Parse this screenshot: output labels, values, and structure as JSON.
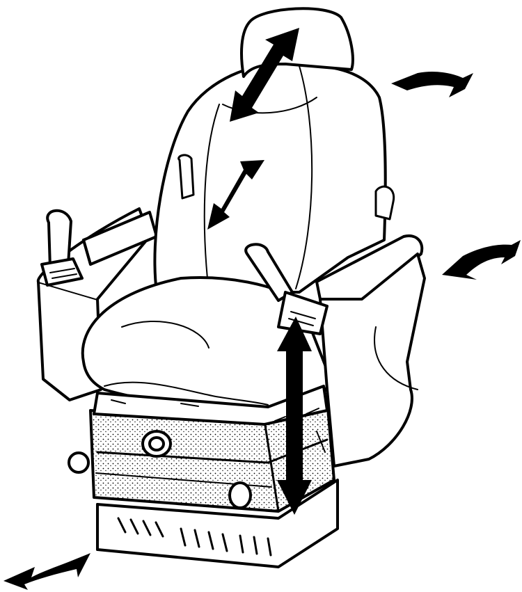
{
  "diagram": {
    "stroke_color": "#000000",
    "fill_color": "#ffffff",
    "arrow_color": "#000000",
    "shade_color": "#555555",
    "adjustment_arrows": [
      {
        "icon": "double-arrow-icon",
        "meaning": "headrest-height"
      },
      {
        "icon": "double-arrow-icon",
        "meaning": "lumbar-support"
      },
      {
        "icon": "curved-arrow-icon",
        "meaning": "backrest-recline"
      },
      {
        "icon": "curved-arrow-icon",
        "meaning": "armrest-tilt"
      },
      {
        "icon": "double-arrow-icon",
        "meaning": "seat-height"
      },
      {
        "icon": "curved-arrow-icon",
        "meaning": "fore-aft-slide"
      }
    ]
  }
}
